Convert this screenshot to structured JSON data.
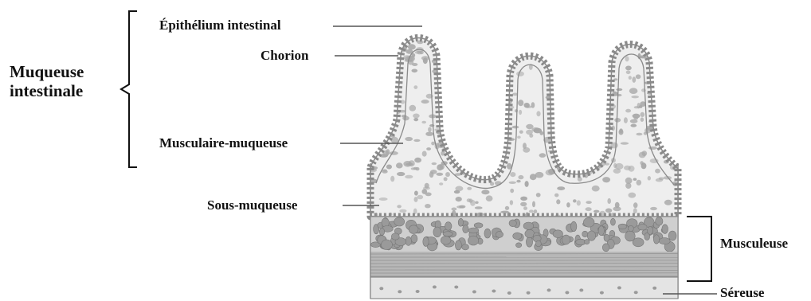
{
  "diagram": {
    "group_labels": {
      "mucosa": "Muqueuse intestinale",
      "muscularis": "Musculeuse"
    },
    "layer_labels": {
      "epithelium": "Épithélium intestinal",
      "chorion": "Chorion",
      "muscularis_mucosae": "Musculaire-muqueuse",
      "submucosa": "Sous-muqueuse",
      "serosa": "Séreuse"
    },
    "colors": {
      "tissue_fill": "#eeeeee",
      "outline": "#8a8a8a",
      "cell": "#a7a7a7",
      "muscle_band": "#b7b7b7",
      "muscle_nodule": "#9a9a9a",
      "serosa_fill": "#e4e4e4",
      "leader_line": "#555555"
    }
  }
}
